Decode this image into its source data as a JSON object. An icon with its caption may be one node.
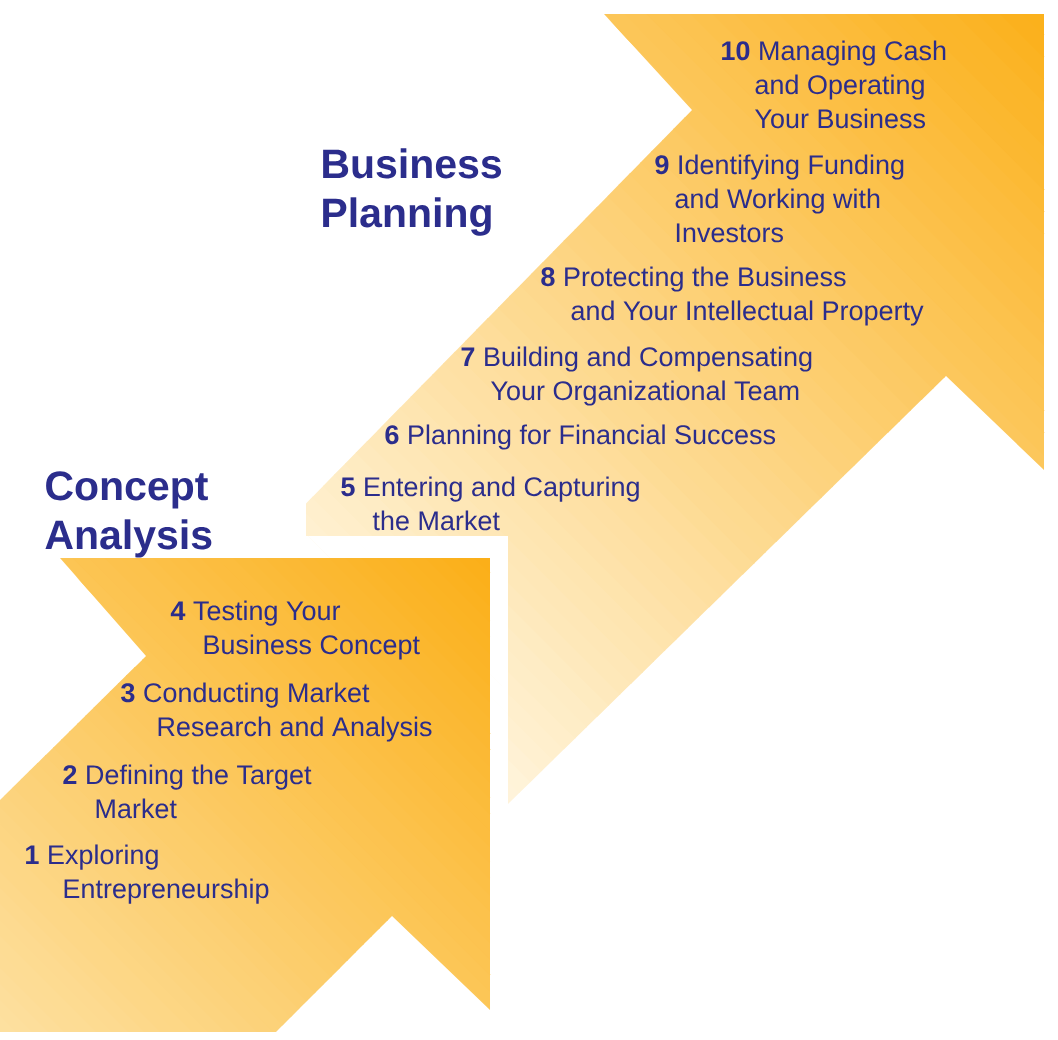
{
  "diagram": {
    "nodes": [
      {
        "text": [
          "Business Planning",
          "**10** Managing Cash and Operating Your Business",
          "**9** Identifying Funding and Working with Investors",
          "**8** Protecting the Business and Your Intellectual Property",
          "**7** Building and Compensating Your Organizational Team",
          "**6** Planning for Financial Success",
          "**5** Entering and Capturing the Market"
        ]
      },
      {
        "text": [
          "Concept Analysis",
          "**4** Testing Your Business Concept",
          "**3** Conducting Market Research and Analysis",
          "**2** Defining the Target Market",
          "**1** Exploring Entrepreneurship"
        ]
      }
    ]
  }
}
